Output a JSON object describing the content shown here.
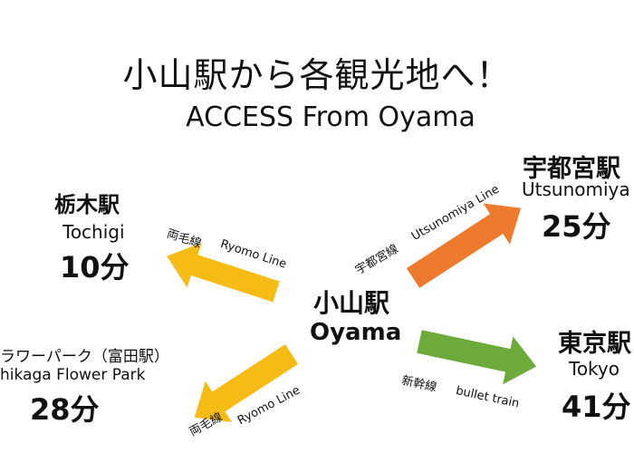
{
  "header": {
    "title": "小山駅から各観光地へ！",
    "subtitle": "ACCESS From Oyama"
  },
  "center": {
    "name_jp": "小山駅",
    "name_en": "Oyama"
  },
  "destinations": {
    "tochigi": {
      "name_jp": "栃木駅",
      "name_en": "Tochigi",
      "time": "10分",
      "line_jp": "両毛線",
      "line_en": "Ryomo Line",
      "arrow_color": "#F7BB16"
    },
    "ashikaga": {
      "name_jp": "ラワーパーク（富田駅）",
      "name_en": "hikaga Flower Park",
      "time": "28分",
      "line_jp": "両毛線",
      "line_en": "Ryomo Line",
      "arrow_color": "#F7BB16"
    },
    "utsunomiya": {
      "name_jp": "宇都宮駅",
      "name_en": "Utsunomiya",
      "time": "25分",
      "line_jp": "宇都宮線",
      "line_en": "Utsunomiya Line",
      "arrow_color": "#EE7A2E"
    },
    "tokyo": {
      "name_jp": "東京駅",
      "name_en": "Tokyo",
      "time": "41分",
      "line_jp": "新幹線",
      "line_en": "bullet train",
      "arrow_color": "#6DAA3C"
    }
  }
}
